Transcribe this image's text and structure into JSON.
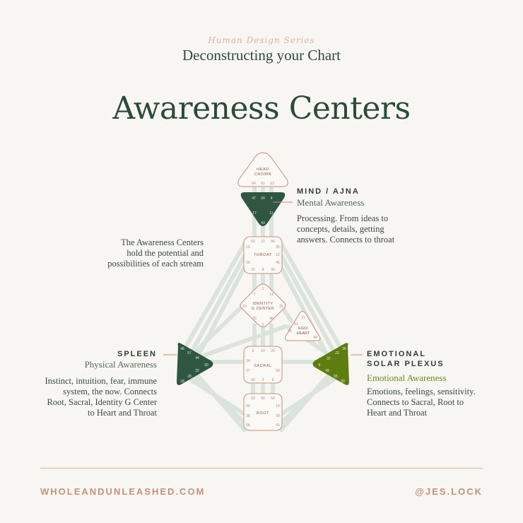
{
  "header": {
    "series": "Human Design Series",
    "subtitle": "Deconstructing your Chart",
    "title": "Awareness Centers"
  },
  "intro": {
    "line1": "The Awareness Centers",
    "line2": "hold the potential and",
    "line3": "possibilities of each stream"
  },
  "mind": {
    "heading": "MIND / AJNA",
    "awareness": "Mental Awareness",
    "line1": "Processing. From ideas to",
    "line2": "concepts, details, getting",
    "line3": "answers. Connects to throat"
  },
  "spleen": {
    "heading": "SPLEEN",
    "awareness": "Physical Awareness",
    "line1": "Instinct, intuition, fear, immune",
    "line2": "system, the now. Connects",
    "line3": "Root, Sacral, Identity G Center",
    "line4": "to Heart and Throat"
  },
  "emotional": {
    "heading1": "EMOTIONAL",
    "heading2": "SOLAR PLEXUS",
    "awareness": "Emotional Awareness",
    "line1": "Emotions, feelings, sensitivity.",
    "line2": "Connects to Sacral, Root to",
    "line3": "Heart and Throat"
  },
  "centers": {
    "head": {
      "name1": "HEAD",
      "name2": "CROWN",
      "gates": [
        "64",
        "61",
        "63"
      ]
    },
    "ajna": {
      "gates": [
        "47",
        "24",
        "4",
        "17",
        "11",
        "43"
      ]
    },
    "throat": {
      "name": "THROAT",
      "gates": [
        "62",
        "23",
        "56",
        "16",
        "35",
        "20",
        "12",
        "45",
        "31",
        "8",
        "33"
      ]
    },
    "g": {
      "name1": "IDENTITY",
      "name2": "G CENTER",
      "gates": [
        "1",
        "7",
        "13",
        "10",
        "25",
        "15",
        "46",
        "2"
      ]
    },
    "ego": {
      "name1": "EGO/",
      "name2": "HEART",
      "gates": [
        "21",
        "51",
        "26",
        "40"
      ]
    },
    "sacral": {
      "name": "SACRAL",
      "gates": [
        "5",
        "14",
        "29",
        "34",
        "27",
        "59",
        "42",
        "3",
        "9"
      ]
    },
    "root": {
      "name": "ROOT",
      "gates": [
        "53",
        "60",
        "52",
        "54",
        "19",
        "38",
        "39",
        "58",
        "41"
      ]
    },
    "spleen": {
      "gates": [
        "48",
        "57",
        "44",
        "50",
        "32",
        "28",
        "18"
      ]
    },
    "solar": {
      "gates": [
        "36",
        "22",
        "37",
        "6",
        "49",
        "55",
        "30"
      ]
    }
  },
  "footer": {
    "website": "WHOLEANDUNLEASHED.COM",
    "handle": "@JES.LOCK"
  },
  "colors": {
    "background": "#f8f6f2",
    "dark_green": "#2e5640",
    "olive_green": "#5d7d10",
    "outline": "#c98f78",
    "channel": "#d9e2dc",
    "accent": "#c49378"
  }
}
